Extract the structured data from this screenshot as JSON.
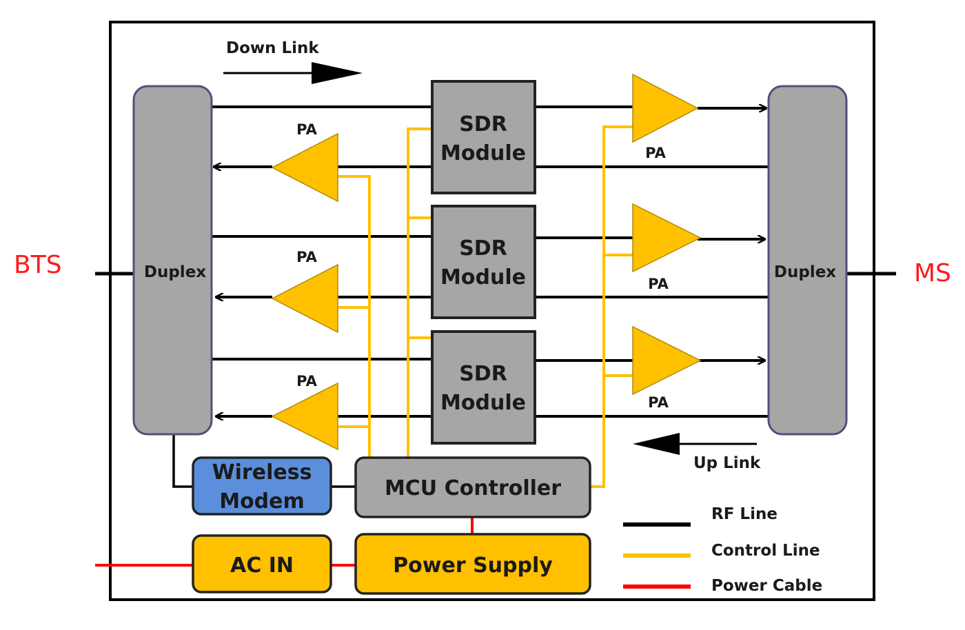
{
  "labels": {
    "down_link": "Down Link",
    "up_link": "Up Link",
    "bts": "BTS",
    "ms": "MS",
    "duplex_left": "Duplex",
    "duplex_right": "Duplex",
    "pa": "PA",
    "sdr_line1": "SDR",
    "sdr_line2": "Module",
    "wireless_modem_line1": "Wireless",
    "wireless_modem_line2": "Modem",
    "mcu_controller": "MCU Controller",
    "ac_in": "AC IN",
    "power_supply": "Power Supply"
  },
  "legend": [
    {
      "label": "RF Line",
      "color": "#000000"
    },
    {
      "label": "Control Line",
      "color": "#ffc000"
    },
    {
      "label": "Power Cable",
      "color": "#ff0000"
    }
  ],
  "colors": {
    "rf": "#000000",
    "control": "#ffc000",
    "power": "#ff0000",
    "duplex_fill": "#a6a6a6",
    "duplex_border": "#5c4a7a",
    "sdr_fill": "#a6a6a6",
    "modem_fill": "#5b8fdc",
    "supply_fill": "#ffc000",
    "amp_fill": "#ffc000",
    "side_label": "#ff1a1a"
  }
}
